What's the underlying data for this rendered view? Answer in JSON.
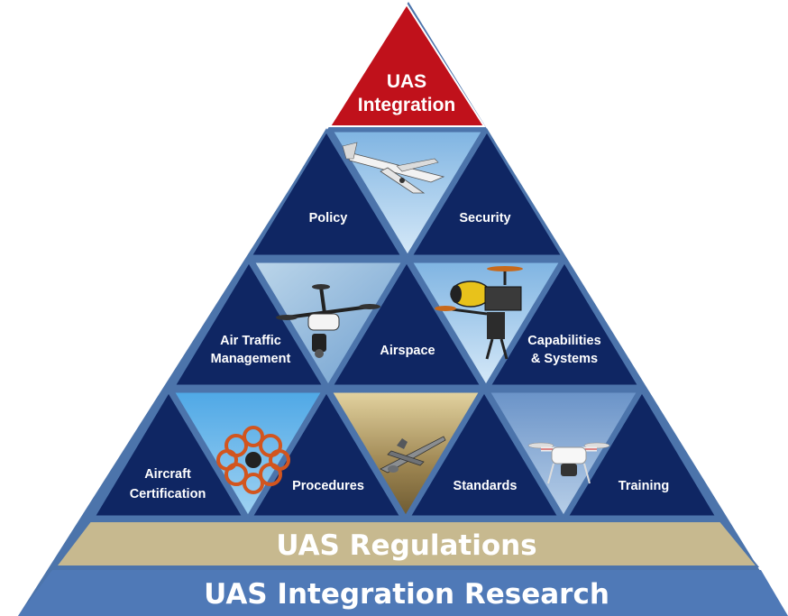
{
  "apex": {
    "line1": "UAS",
    "line2": "Integration"
  },
  "tiers": {
    "tier1": {
      "left": "Policy",
      "right": "Security"
    },
    "tier2": {
      "left1": "Air Traffic",
      "left2": "Management",
      "middle": "Airspace",
      "right1": "Capabilities",
      "right2": "& Systems"
    },
    "tier3": {
      "c1a": "Aircraft",
      "c1b": "Certification",
      "c2": "Procedures",
      "c3": "Standards",
      "c4": "Training"
    }
  },
  "bands": {
    "regulations": "UAS Regulations",
    "research": "UAS Integration Research"
  },
  "colors": {
    "navy": "#0f2663",
    "frame": "#4c74ab",
    "apex_red": "#c0111b",
    "regulations_tan": "#c7b98f",
    "research_blue": "#4f79b7",
    "sky": "#8fbde3"
  },
  "icons": [
    "fixed-wing-drone-icon",
    "hexacopter-drone-icon",
    "yellow-camera-drone-icon",
    "octocopter-drone-icon",
    "predator-drone-icon",
    "quadcopter-drone-icon"
  ]
}
